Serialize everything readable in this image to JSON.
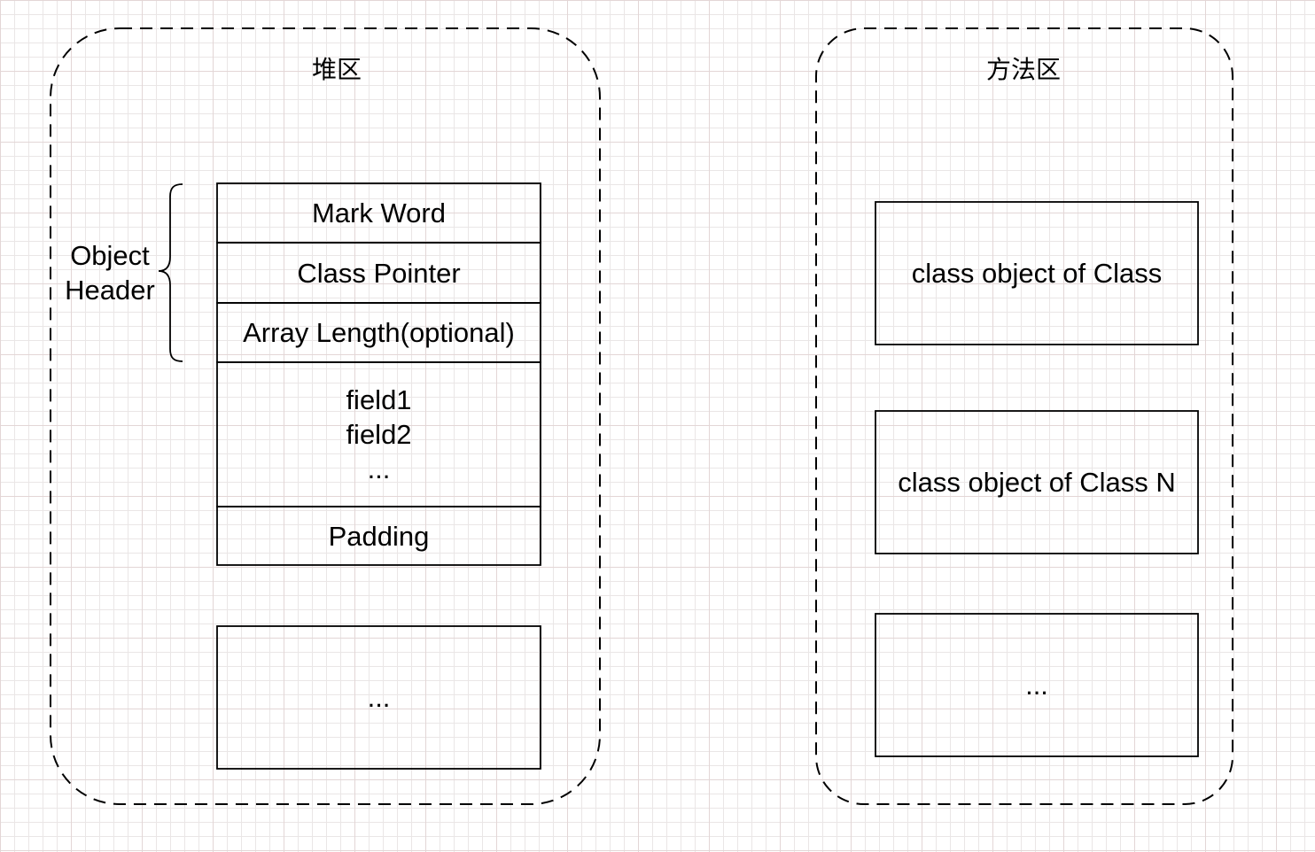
{
  "heap": {
    "title": "堆区",
    "object_header_label": "Object\nHeader",
    "object_rows": {
      "mark_word": "Mark Word",
      "class_pointer": "Class Pointer",
      "array_length": "Array Length(optional)",
      "fields": "field1\nfield2\n...",
      "padding": "Padding"
    },
    "more_objects": "..."
  },
  "method_area": {
    "title": "方法区",
    "items": [
      "class object of Class",
      "class object of Class N",
      "..."
    ]
  },
  "colors": {
    "stroke": "#000000",
    "background": "#ffffff",
    "grid": "#e3d6d6"
  }
}
